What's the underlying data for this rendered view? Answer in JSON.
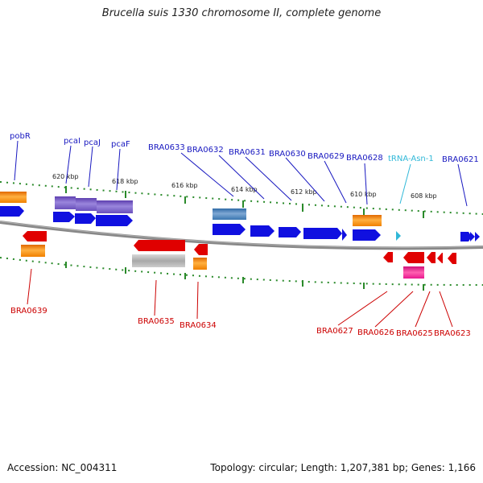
{
  "title": "Brucella suis 1330 chromosome II, complete genome",
  "footer": {
    "accession": "Accession: NC_004311",
    "summary": "Topology: circular; Length: 1,207,381 bp; Genes: 1,166"
  },
  "colors": {
    "forward_gene": "#1010e0",
    "reverse_gene": "#e00000",
    "gene_label_forward": "#1818c0",
    "gene_label_reverse": "#cc0000",
    "trna": "#30b8d8",
    "orange_feature": "#f08000",
    "purple_feature": "#7a5cc8",
    "steelblue_feature": "#4a80b8",
    "gray_feature": "#bbbbbb",
    "magenta_feature": "#ee1890",
    "backbone": "#808080",
    "tick": "#2a8a2a"
  },
  "scale_labels": [
    "620 kbp",
    "618 kbp",
    "616 kbp",
    "614 kbp",
    "612 kbp",
    "610 kbp",
    "608 kbp"
  ],
  "top_gene_labels": [
    "pobR",
    "pcaI",
    "pcaJ",
    "pcaF",
    "BRA0633",
    "BRA0632",
    "BRA0631",
    "BRA0630",
    "BRA0629",
    "BRA0628",
    "tRNA-Asn-1",
    "BRA0621"
  ],
  "bottom_gene_labels": [
    "BRA0639",
    "BRA0635",
    "BRA0634",
    "BRA0627",
    "BRA0626",
    "BRA0625",
    "BRA0623"
  ]
}
